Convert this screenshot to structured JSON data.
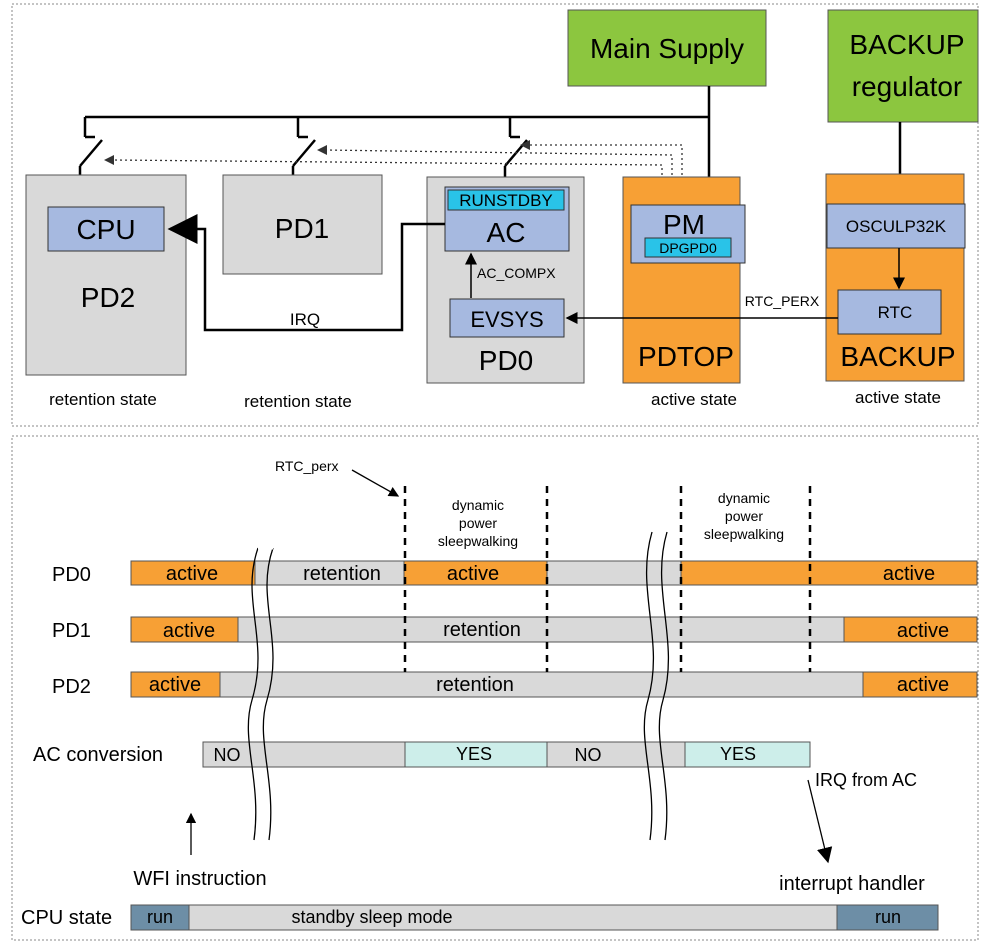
{
  "top": {
    "main_supply": "Main Supply",
    "backup_regulator_line1": "BACKUP",
    "backup_regulator_line2": "regulator",
    "pd2": {
      "cpu": "CPU",
      "name": "PD2",
      "state": "retention state"
    },
    "pd1": {
      "name": "PD1",
      "state": "retention state"
    },
    "pd0": {
      "runstdby": "RUNSTDBY",
      "ac": "AC",
      "ac_compx": "AC_COMPX",
      "evsys": "EVSYS",
      "name": "PD0"
    },
    "pdtop": {
      "pm": "PM",
      "dpgpd0": "DPGPD0",
      "name": "PDTOP",
      "state": "active state"
    },
    "backup": {
      "osc": "OSCULP32K",
      "rtc": "RTC",
      "name": "BACKUP",
      "state": "active state"
    },
    "irq": "IRQ",
    "rtc_perx": "RTC_PERX"
  },
  "timing": {
    "rtc_perx_label": "RTC_perx",
    "dyn1": [
      "dynamic",
      "power",
      "sleepwalking"
    ],
    "dyn2": [
      "dynamic",
      "power",
      "sleepwalking"
    ],
    "rows": {
      "pd0": {
        "label": "PD0",
        "seg1": "active",
        "seg2": "retention",
        "seg3": "active",
        "seg4": "active"
      },
      "pd1": {
        "label": "PD1",
        "seg1": "active",
        "seg2": "retention",
        "seg3": "active"
      },
      "pd2": {
        "label": "PD2",
        "seg1": "active",
        "seg2": "retention",
        "seg3": "active"
      },
      "ac": {
        "label": "AC conversion",
        "seg1": "NO",
        "seg2": "YES",
        "seg3": "NO",
        "seg4": "YES"
      },
      "cpu": {
        "label": "CPU state",
        "seg1": "run",
        "seg2": "standby sleep mode",
        "seg3": "run"
      }
    },
    "wfi": "WFI instruction",
    "irq_from_ac": "IRQ from AC",
    "interrupt_handler": "interrupt handler"
  },
  "colors": {
    "green": "#8cc63f",
    "orange": "#f7a035",
    "gray": "#d9d9d9",
    "blue_box": "#a6b9e0",
    "cyan": "#29c3e8",
    "teal": "#cdeeea",
    "steel": "#6d8ea6"
  }
}
